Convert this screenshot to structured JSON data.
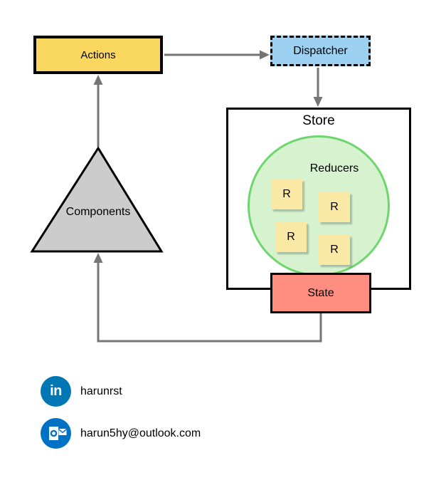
{
  "diagram": {
    "actions": {
      "label": "Actions"
    },
    "dispatcher": {
      "label": "Dispatcher"
    },
    "store": {
      "label": "Store"
    },
    "reducers": {
      "label": "Reducers",
      "items": [
        "R",
        "R",
        "R",
        "R"
      ]
    },
    "state": {
      "label": "State"
    },
    "components": {
      "label": "Components"
    },
    "arrows": [
      "actions-to-dispatcher",
      "dispatcher-to-store",
      "components-to-actions",
      "state-to-components"
    ]
  },
  "contact": {
    "linkedin": {
      "handle": "harunrst"
    },
    "outlook": {
      "email": "harun5hy@outlook.com"
    }
  },
  "icons": {
    "linkedin_glyph": "in"
  },
  "colors": {
    "actions_fill": "#FAD75F",
    "dispatcher_fill": "#9DD1F1",
    "reducers_circle_fill": "#D6F2CF",
    "reducers_circle_border": "#6FD66F",
    "reducer_note_fill": "#FAE8A5",
    "state_fill": "#FF8E80",
    "components_fill": "#CCCCCC",
    "arrow": "#757575",
    "linkedin_blue": "#0077B5",
    "outlook_blue": "#0072C6"
  }
}
